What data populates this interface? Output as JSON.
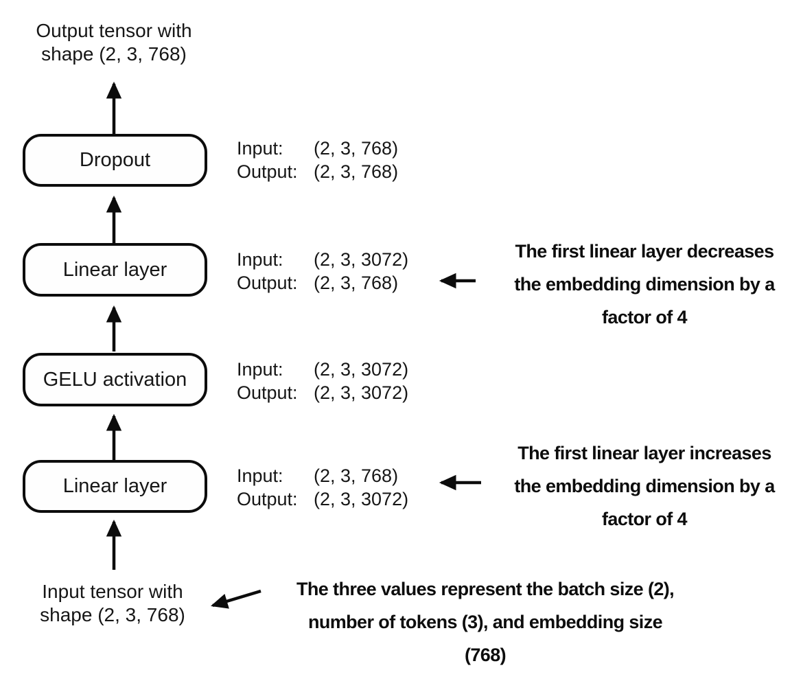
{
  "page": {
    "background_color": "#ffffff",
    "ink_color": "#0c0c0c"
  },
  "output_tensor_label": {
    "lines": [
      "Output tensor with",
      "shape (2, 3, 768)"
    ]
  },
  "input_tensor_label": {
    "lines": [
      "Input tensor with",
      "shape (2, 3, 768)"
    ]
  },
  "blocks": [
    {
      "label": "Dropout",
      "io": [
        {
          "label": "Input:",
          "value": "(2, 3, 768)"
        },
        {
          "label": "Output:",
          "value": "(2, 3, 768)"
        }
      ]
    },
    {
      "label": "Linear layer",
      "io": [
        {
          "label": "Input:",
          "value": "(2, 3, 3072)"
        },
        {
          "label": "Output:",
          "value": "(2, 3, 768)"
        }
      ]
    },
    {
      "label": "GELU activation",
      "io": [
        {
          "label": "Input:",
          "value": "(2, 3, 3072)"
        },
        {
          "label": "Output:",
          "value": "(2, 3, 3072)"
        }
      ]
    },
    {
      "label": "Linear layer",
      "io": [
        {
          "label": "Input:",
          "value": "(2, 3, 768)"
        },
        {
          "label": "Output:",
          "value": "(2, 3, 3072)"
        }
      ]
    }
  ],
  "note_decrease": {
    "lines": [
      "The first linear layer decreases",
      "the embedding dimension by a",
      "factor of 4"
    ]
  },
  "note_increase": {
    "lines": [
      "The first linear layer increases",
      "the embedding dimension by a",
      "factor of 4"
    ]
  },
  "note_tensor_values": {
    "lines": [
      "The three values represent the batch size (2),",
      "number of tokens (3), and embedding size",
      "(768)"
    ]
  }
}
